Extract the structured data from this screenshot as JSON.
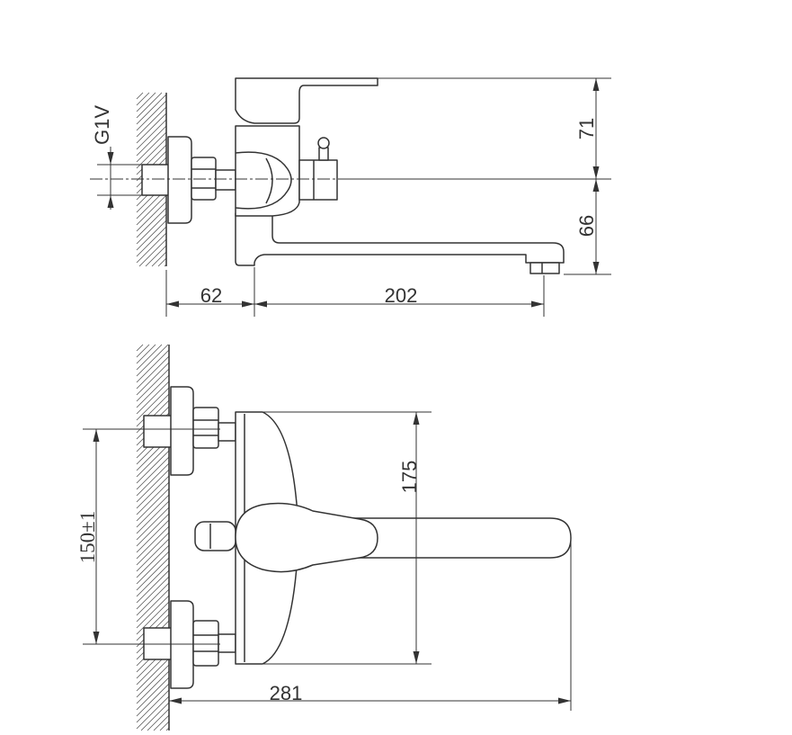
{
  "side_view": {
    "thread_label": "G1V",
    "dim_upper_height": "71",
    "dim_lower_height": "66",
    "dim_wall_to_body": "62",
    "dim_spout_reach": "202"
  },
  "front_view": {
    "dim_body_height": "175",
    "dim_inlet_spacing": "150±1",
    "dim_total_reach": "281"
  },
  "colors": {
    "line": "#333333",
    "background": "#ffffff"
  }
}
